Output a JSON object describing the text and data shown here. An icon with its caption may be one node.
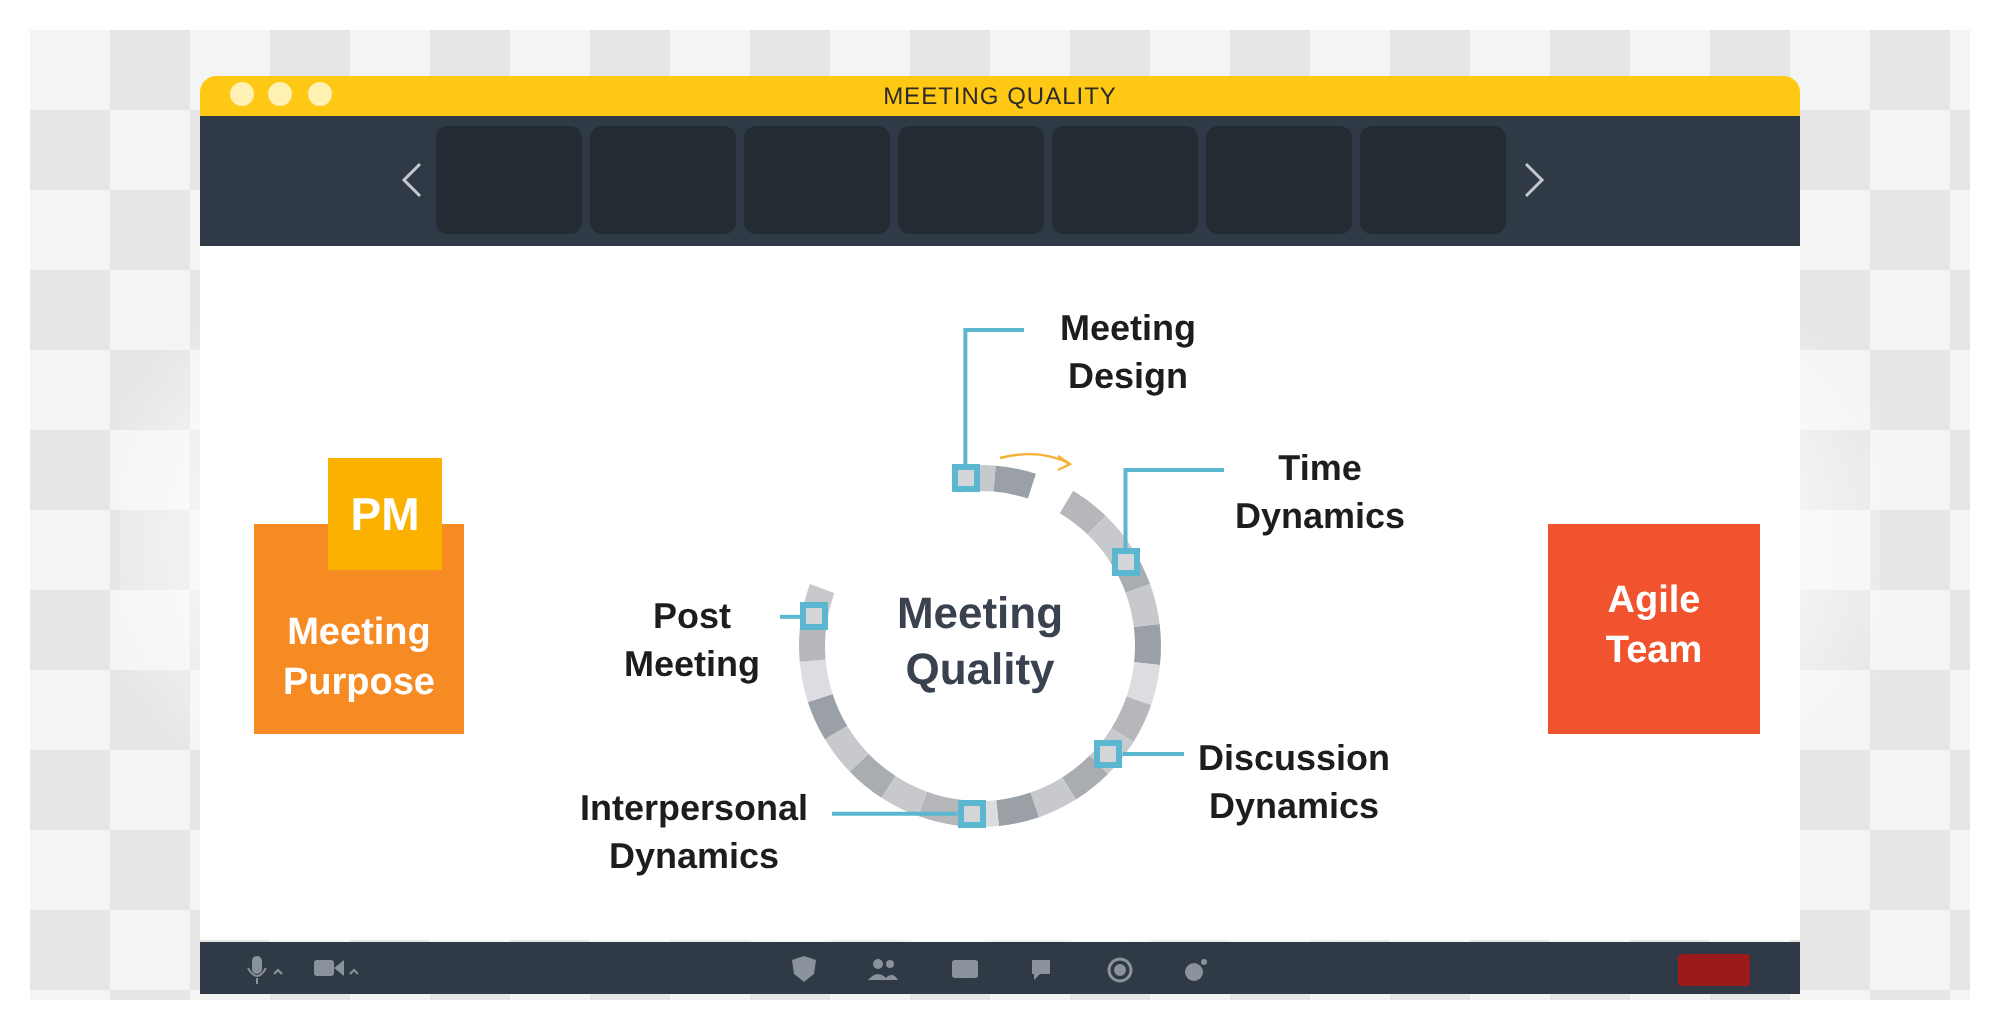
{
  "diagram": {
    "nodes": [
      {
        "text": [
          "Meeting Purpose"
        ]
      },
      {
        "text": [
          "PM"
        ]
      },
      {
        "text": [
          "Meeting Quality"
        ]
      },
      {
        "text": [
          "Meeting Design"
        ]
      },
      {
        "text": [
          "Time Dynamics"
        ]
      },
      {
        "text": [
          "Post Meeting"
        ]
      },
      {
        "text": [
          "Discussion Dynamics"
        ]
      },
      {
        "text": [
          "Interpersonal Dynamics"
        ]
      },
      {
        "text": [
          "Agile Team"
        ]
      },
      {
        "text": [],
        "shape": "box"
      },
      {
        "text": [],
        "shape": "box"
      },
      {
        "text": [],
        "shape": "box"
      },
      {
        "text": [],
        "shape": "box"
      },
      {
        "text": [],
        "shape": "box"
      }
    ],
    "edges": [
      {
        "from": 3,
        "to": 9,
        "arrow": "none"
      },
      {
        "from": 4,
        "to": 10,
        "arrow": "none"
      },
      {
        "from": 5,
        "to": 11,
        "arrow": "none"
      },
      {
        "from": 6,
        "to": 12,
        "arrow": "none"
      },
      {
        "from": 7,
        "to": 13,
        "arrow": "none"
      }
    ],
    "labels": [
      "MEETING QUALITY"
    ]
  }
}
